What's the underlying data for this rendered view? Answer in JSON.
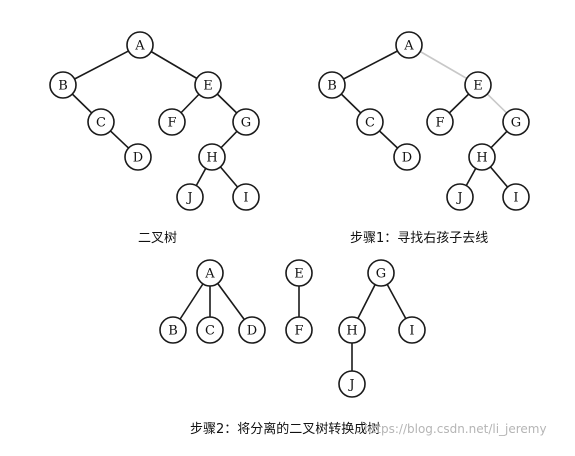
{
  "colors": {
    "edge": "#1a1a1a",
    "removed_edge": "#c8c8c8",
    "node_fill": "#ffffff"
  },
  "captions": {
    "original": "二叉树",
    "step1": "步骤1：寻找右孩子去线",
    "step2": "步骤2：将分离的二叉树转换成树"
  },
  "watermark": "https://blog.csdn.net/li_jeremy",
  "original_tree": {
    "nodes": [
      "A",
      "B",
      "C",
      "D",
      "E",
      "F",
      "G",
      "H",
      "J",
      "I"
    ],
    "edges": [
      [
        "A",
        "B"
      ],
      [
        "A",
        "E"
      ],
      [
        "B",
        "C"
      ],
      [
        "C",
        "D"
      ],
      [
        "E",
        "F"
      ],
      [
        "E",
        "G"
      ],
      [
        "G",
        "H"
      ],
      [
        "H",
        "J"
      ],
      [
        "H",
        "I"
      ]
    ]
  },
  "step1_tree": {
    "nodes": [
      "A",
      "B",
      "C",
      "D",
      "E",
      "F",
      "G",
      "H",
      "J",
      "I"
    ],
    "edges": [
      [
        "A",
        "B"
      ],
      [
        "B",
        "C"
      ],
      [
        "C",
        "D"
      ],
      [
        "E",
        "F"
      ],
      [
        "G",
        "H"
      ],
      [
        "H",
        "J"
      ],
      [
        "H",
        "I"
      ]
    ],
    "removed_edges": [
      [
        "A",
        "E"
      ],
      [
        "E",
        "G"
      ]
    ]
  },
  "step2_trees": [
    {
      "nodes": [
        "A",
        "B",
        "C",
        "D"
      ],
      "edges": [
        [
          "A",
          "B"
        ],
        [
          "A",
          "C"
        ],
        [
          "A",
          "D"
        ]
      ]
    },
    {
      "nodes": [
        "E",
        "F"
      ],
      "edges": [
        [
          "E",
          "F"
        ]
      ]
    },
    {
      "nodes": [
        "G",
        "H",
        "I",
        "J"
      ],
      "edges": [
        [
          "G",
          "H"
        ],
        [
          "G",
          "I"
        ],
        [
          "H",
          "J"
        ]
      ]
    }
  ]
}
